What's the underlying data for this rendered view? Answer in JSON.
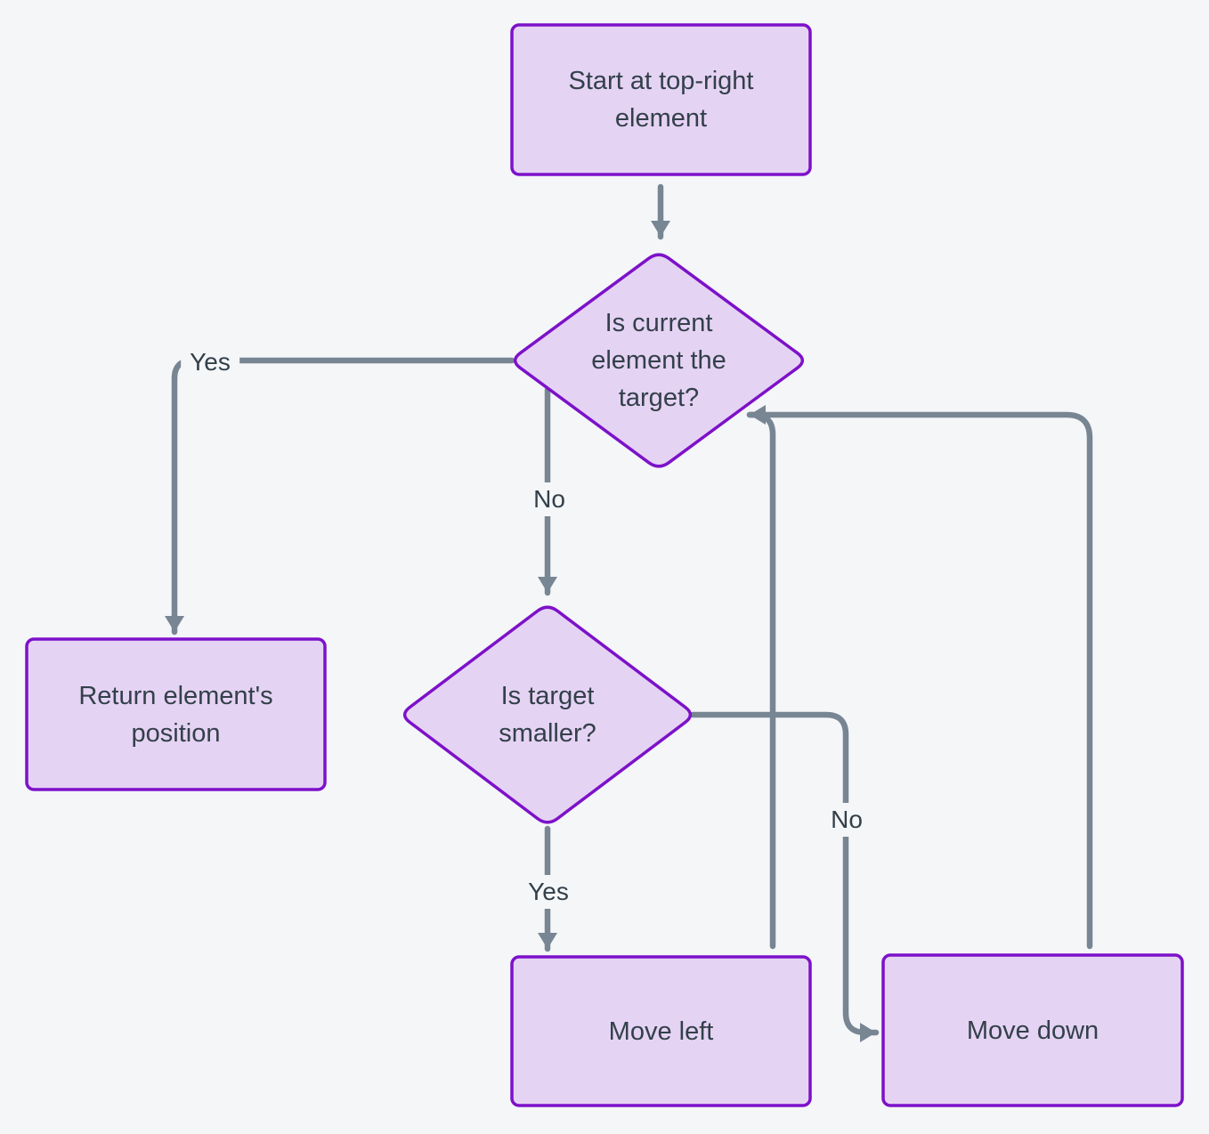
{
  "diagram": {
    "type": "flowchart",
    "description": "Staircase search algorithm flowchart starting at the top-right element of a matrix"
  },
  "theme": {
    "canvas_bg": "#f4f6f8",
    "node_fill": "#e5d3f4",
    "node_border": "#7d11c9",
    "edge_color": "#788593",
    "text_color": "#33404a"
  },
  "nodes": {
    "start": {
      "shape": "rectangle",
      "label": "Start at top-right element",
      "lines": [
        "Start at top-right",
        "element"
      ]
    },
    "is_target": {
      "shape": "diamond",
      "label": "Is current element the target?",
      "lines": [
        "Is current",
        "element the",
        "target?"
      ]
    },
    "return_position": {
      "shape": "rectangle",
      "label": "Return element's position",
      "lines": [
        "Return element's",
        "position"
      ]
    },
    "is_smaller": {
      "shape": "diamond",
      "label": "Is target smaller?",
      "lines": [
        "Is target",
        "smaller?"
      ]
    },
    "move_left": {
      "shape": "rectangle",
      "label": "Move left",
      "lines": [
        "Move left"
      ]
    },
    "move_down": {
      "shape": "rectangle",
      "label": "Move down",
      "lines": [
        "Move down"
      ]
    }
  },
  "edges": {
    "start_to_is_target": {
      "from": "start",
      "to": "is_target",
      "label": ""
    },
    "is_target_yes": {
      "from": "is_target",
      "to": "return_position",
      "label": "Yes"
    },
    "is_target_no": {
      "from": "is_target",
      "to": "is_smaller",
      "label": "No"
    },
    "is_smaller_yes": {
      "from": "is_smaller",
      "to": "move_left",
      "label": "Yes"
    },
    "is_smaller_no": {
      "from": "is_smaller",
      "to": "move_down",
      "label": "No"
    },
    "move_left_loop": {
      "from": "move_left",
      "to": "is_target",
      "label": ""
    },
    "move_down_loop": {
      "from": "move_down",
      "to": "is_target",
      "label": ""
    }
  }
}
